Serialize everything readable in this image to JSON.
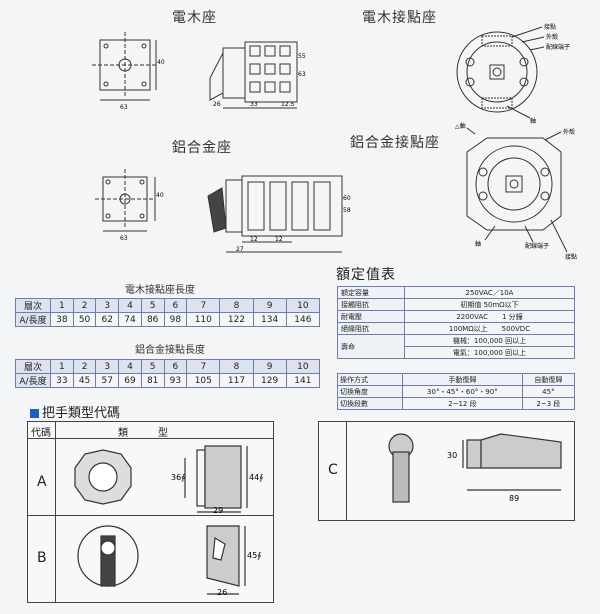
{
  "titles": {
    "wood_base": "電木座",
    "wood_contact": "電木接點座",
    "alloy_base": "鋁合金座",
    "alloy_contact": "鋁合金接點座",
    "rated": "額定值表",
    "handle": "把手類型代碼"
  },
  "dims": {
    "d63a": "63",
    "d40a": "40",
    "d26": "26",
    "d33": "33",
    "d12_5": "12.5",
    "d55": "55",
    "d63b": "63",
    "d63c": "63",
    "d40b": "40",
    "d12a": "12",
    "d12b": "12",
    "d27": "27",
    "d60": "60",
    "d58": "58"
  },
  "contact_labels": {
    "contact": "接點",
    "shell": "外殼",
    "terminal": "配線端子",
    "shaft": "軸"
  },
  "alloy_labels": {
    "shaft_tri": "△軸",
    "shell": "外殼",
    "shaft": "軸",
    "terminal": "配線端子",
    "contact": "接點"
  },
  "wood_length": {
    "caption": "電木接點座長度",
    "row_label_1": "層次",
    "row_label_2": "A/長度",
    "levels": [
      "1",
      "2",
      "3",
      "4",
      "5",
      "6",
      "7",
      "8",
      "9",
      "10"
    ],
    "values": [
      "38",
      "50",
      "62",
      "74",
      "86",
      "98",
      "110",
      "122",
      "134",
      "146"
    ]
  },
  "alloy_length": {
    "caption": "鋁合金接點長度",
    "row_label_1": "層次",
    "row_label_2": "A/長度",
    "levels": [
      "1",
      "2",
      "3",
      "4",
      "5",
      "6",
      "7",
      "8",
      "9",
      "10"
    ],
    "values": [
      "33",
      "45",
      "57",
      "69",
      "81",
      "93",
      "105",
      "117",
      "129",
      "141"
    ]
  },
  "spec": {
    "rows": [
      {
        "k": "額定容量",
        "v": "250VAC／10A"
      },
      {
        "k": "接觸阻抗",
        "v": "初期值 50mΩ以下"
      },
      {
        "k": "耐電壓",
        "v": "2200VAC　　1 分鐘"
      },
      {
        "k": "絕緣阻抗",
        "v": "100MΩ以上　　500VDC"
      }
    ],
    "life_k": "壽命",
    "life_1": "機械：100,000 回以上",
    "life_2": "電氣：100,000 回以上"
  },
  "op": {
    "h0": "操作方式",
    "h1": "手動復歸",
    "h2": "自動復歸",
    "r1k": "切換角度",
    "r1a": "30°・45°・60°・90°",
    "r1b": "45°",
    "r2k": "切換段數",
    "r2a": "2~12 段",
    "r2b": "2~3 段"
  },
  "codes": {
    "hdr_code": "代碼",
    "hdr_type": "類　　　型",
    "A": "A",
    "B": "B",
    "C": "C",
    "a_36": "36∮",
    "a_44": "44∮",
    "a_29": "29",
    "b_45": "45∮",
    "b_26": "26",
    "c_30": "30",
    "c_89": "89"
  }
}
